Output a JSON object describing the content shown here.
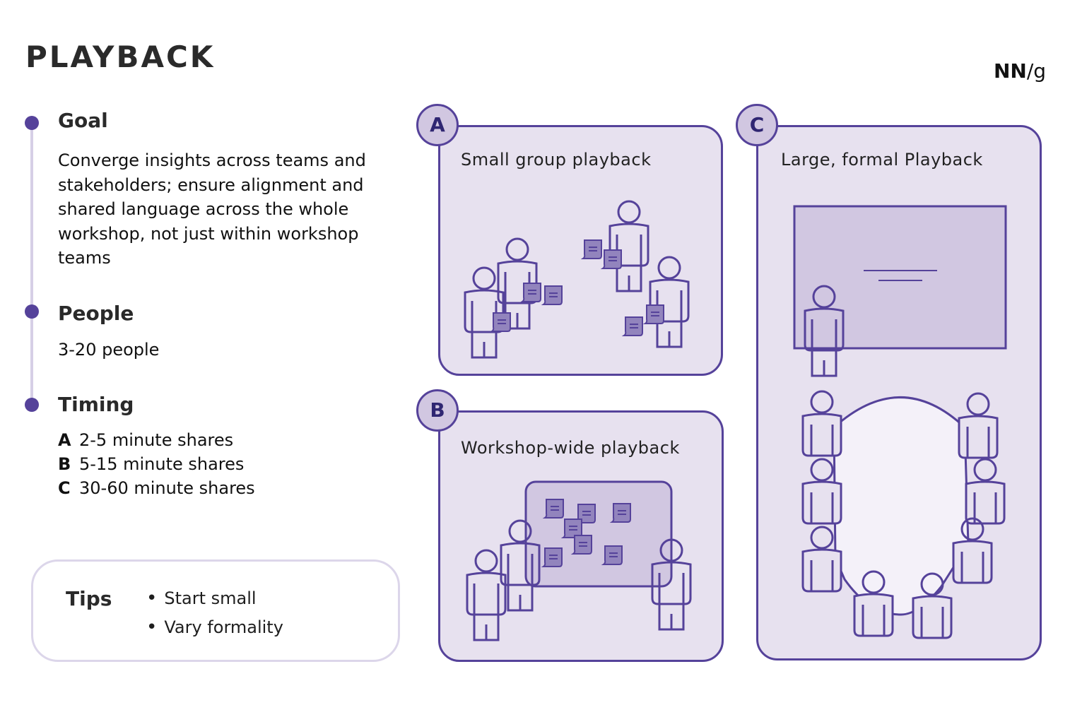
{
  "header": {
    "title": "PLAYBACK",
    "logo_bold": "NN",
    "logo_rest": "/g"
  },
  "sections": {
    "goal": {
      "heading": "Goal",
      "body": "Converge insights across teams and stakeholders; ensure alignment and shared language across the whole workshop, not just within workshop teams"
    },
    "people": {
      "heading": "People",
      "body": "3-20 people"
    },
    "timing": {
      "heading": "Timing",
      "rows": [
        {
          "key": "A",
          "text": "2-5 minute shares"
        },
        {
          "key": "B",
          "text": "5-15 minute shares"
        },
        {
          "key": "C",
          "text": "30-60 minute shares"
        }
      ]
    }
  },
  "tips": {
    "heading": "Tips",
    "items": [
      "Start small",
      "Vary formality"
    ]
  },
  "panels": [
    {
      "badge": "A",
      "title": "Small group playback"
    },
    {
      "badge": "B",
      "title": "Workshop-wide playback"
    },
    {
      "badge": "C",
      "title": "Large, formal Playback"
    }
  ],
  "colors": {
    "accent": "#55429a",
    "panel_fill": "#e7e1ef",
    "board_fill": "#d1c7e1",
    "note_fill": "#9284bd",
    "timeline": "#d6cfe6"
  }
}
